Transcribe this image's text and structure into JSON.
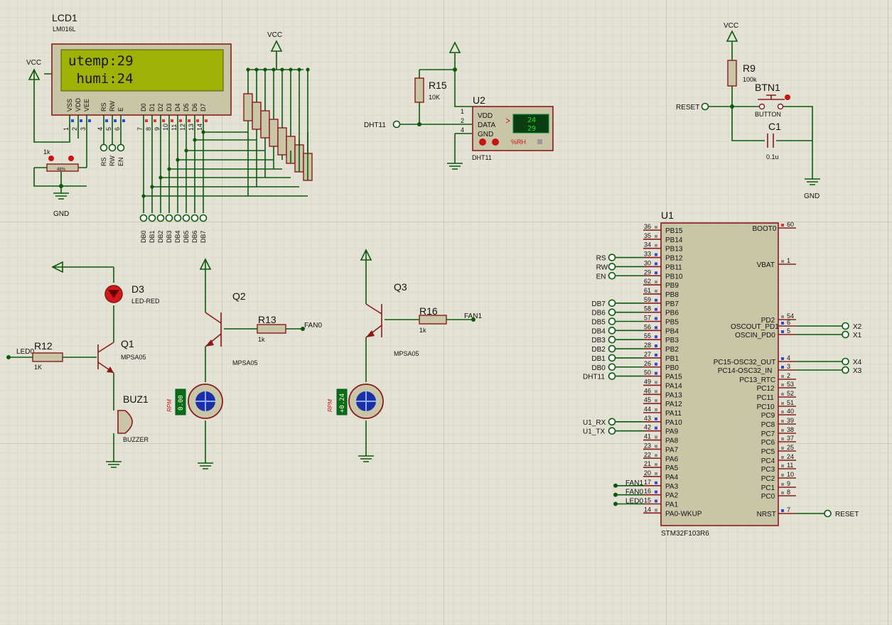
{
  "lcd": {
    "ref": "LCD1",
    "model": "LM016L",
    "line1": "utemp:29",
    "line2": " humi:24",
    "pins": [
      {
        "name": "VSS",
        "num": "1"
      },
      {
        "name": "VDD",
        "num": "2"
      },
      {
        "name": "VEE",
        "num": "3"
      },
      {
        "name": "RS",
        "num": "4"
      },
      {
        "name": "RW",
        "num": "5"
      },
      {
        "name": "E",
        "num": "6"
      },
      {
        "name": "D0",
        "num": "7"
      },
      {
        "name": "D1",
        "num": "8"
      },
      {
        "name": "D2",
        "num": "9"
      },
      {
        "name": "D3",
        "num": "10"
      },
      {
        "name": "D4",
        "num": "11"
      },
      {
        "name": "D5",
        "num": "12"
      },
      {
        "name": "D6",
        "num": "13"
      },
      {
        "name": "D7",
        "num": "14"
      }
    ],
    "ctrl_terminals": [
      "RS",
      "RW",
      "EN"
    ],
    "data_terminals": [
      "DB0",
      "DB1",
      "DB2",
      "DB3",
      "DB4",
      "DB5",
      "DB6",
      "DB7"
    ],
    "pot_value": "1k",
    "pot_percent": "48%"
  },
  "power": {
    "vcc": "VCC",
    "gnd": "GND"
  },
  "dht": {
    "ref": "U2",
    "model": "DHT11",
    "pins": [
      {
        "num": "1",
        "name": "VDD"
      },
      {
        "num": "2",
        "name": "DATA"
      },
      {
        "num": "4",
        "name": "GND"
      }
    ],
    "display_top": "24",
    "display_bottom": "29",
    "units": "%RH",
    "net": "DHT11",
    "r_ref": "R15",
    "r_value": "10K"
  },
  "reset_circuit": {
    "r_ref": "R9",
    "r_value": "100k",
    "btn_ref": "BTN1",
    "btn_value": "BUTTON",
    "c_ref": "C1",
    "c_value": "0.1u",
    "net": "RESET"
  },
  "led_circuit": {
    "d_ref": "D3",
    "d_value": "LED-RED",
    "q_ref": "Q1",
    "q_value": "MPSA05",
    "r_ref": "R12",
    "r_value": "1K",
    "net": "LED0",
    "buz_ref": "BUZ1",
    "buz_value": "BUZZER"
  },
  "fan0": {
    "q_ref": "Q2",
    "q_value": "MPSA05",
    "r_ref": "R13",
    "r_value": "1k",
    "net": "FAN0",
    "rpm_label": "RPM",
    "rpm": "0.00"
  },
  "fan1": {
    "q_ref": "Q3",
    "q_value": "MPSA05",
    "r_ref": "R16",
    "r_value": "1k",
    "net": "FAN1",
    "rpm_label": "RPM",
    "rpm": "+0.24"
  },
  "mcu": {
    "ref": "U1",
    "part": "STM32F103R6",
    "left_pins": [
      {
        "num": "36",
        "name": "PB15",
        "net": ""
      },
      {
        "num": "35",
        "name": "PB14",
        "net": ""
      },
      {
        "num": "34",
        "name": "PB13",
        "net": ""
      },
      {
        "num": "33",
        "name": "PB12",
        "net": "RS"
      },
      {
        "num": "30",
        "name": "PB11",
        "net": "RW"
      },
      {
        "num": "29",
        "name": "PB10",
        "net": "EN"
      },
      {
        "num": "62",
        "name": "PB9",
        "net": ""
      },
      {
        "num": "61",
        "name": "PB8",
        "net": ""
      },
      {
        "num": "59",
        "name": "PB7",
        "net": "DB7"
      },
      {
        "num": "58",
        "name": "PB6",
        "net": "DB6"
      },
      {
        "num": "57",
        "name": "PB5",
        "net": "DB5"
      },
      {
        "num": "56",
        "name": "PB4",
        "net": "DB4"
      },
      {
        "num": "55",
        "name": "PB3",
        "net": "DB3"
      },
      {
        "num": "28",
        "name": "PB2",
        "net": "DB2"
      },
      {
        "num": "27",
        "name": "PB1",
        "net": "DB1"
      },
      {
        "num": "26",
        "name": "PB0",
        "net": "DB0"
      },
      {
        "num": "50",
        "name": "PA15",
        "net": "DHT11"
      },
      {
        "num": "49",
        "name": "PA14",
        "net": ""
      },
      {
        "num": "46",
        "name": "PA13",
        "net": ""
      },
      {
        "num": "45",
        "name": "PA12",
        "net": ""
      },
      {
        "num": "44",
        "name": "PA11",
        "net": ""
      },
      {
        "num": "43",
        "name": "PA10",
        "net": "U1_RX"
      },
      {
        "num": "42",
        "name": "PA9",
        "net": "U1_TX"
      },
      {
        "num": "41",
        "name": "PA8",
        "net": ""
      },
      {
        "num": "23",
        "name": "PA7",
        "net": ""
      },
      {
        "num": "22",
        "name": "PA6",
        "net": ""
      },
      {
        "num": "21",
        "name": "PA5",
        "net": ""
      },
      {
        "num": "20",
        "name": "PA4",
        "net": ""
      },
      {
        "num": "17",
        "name": "PA3",
        "net": "FAN1"
      },
      {
        "num": "16",
        "name": "PA2",
        "net": "FAN0"
      },
      {
        "num": "15",
        "name": "PA1",
        "net": "LED0"
      },
      {
        "num": "14",
        "name": "PA0-WKUP",
        "net": ""
      }
    ],
    "right_pins": [
      {
        "num": "60",
        "name": "BOOT0",
        "net": ""
      },
      {
        "num": "1",
        "name": "VBAT",
        "net": ""
      },
      {
        "num": "54",
        "name": "PD2",
        "net": ""
      },
      {
        "num": "6",
        "name": "OSCOUT_PD1",
        "net": "X2"
      },
      {
        "num": "5",
        "name": "OSCIN_PD0",
        "net": "X1"
      },
      {
        "num": "4",
        "name": "PC15-OSC32_OUT",
        "net": "X4"
      },
      {
        "num": "3",
        "name": "PC14-OSC32_IN",
        "net": "X3"
      },
      {
        "num": "2",
        "name": "PC13_RTC",
        "net": ""
      },
      {
        "num": "53",
        "name": "PC12",
        "net": ""
      },
      {
        "num": "52",
        "name": "PC11",
        "net": ""
      },
      {
        "num": "51",
        "name": "PC10",
        "net": ""
      },
      {
        "num": "40",
        "name": "PC9",
        "net": ""
      },
      {
        "num": "39",
        "name": "PC8",
        "net": ""
      },
      {
        "num": "38",
        "name": "PC7",
        "net": ""
      },
      {
        "num": "37",
        "name": "PC6",
        "net": ""
      },
      {
        "num": "25",
        "name": "PC5",
        "net": ""
      },
      {
        "num": "24",
        "name": "PC4",
        "net": ""
      },
      {
        "num": "11",
        "name": "PC3",
        "net": ""
      },
      {
        "num": "10",
        "name": "PC2",
        "net": ""
      },
      {
        "num": "9",
        "name": "PC1",
        "net": ""
      },
      {
        "num": "8",
        "name": "PC0",
        "net": ""
      },
      {
        "num": "7",
        "name": "NRST",
        "net": "RESET"
      }
    ]
  }
}
